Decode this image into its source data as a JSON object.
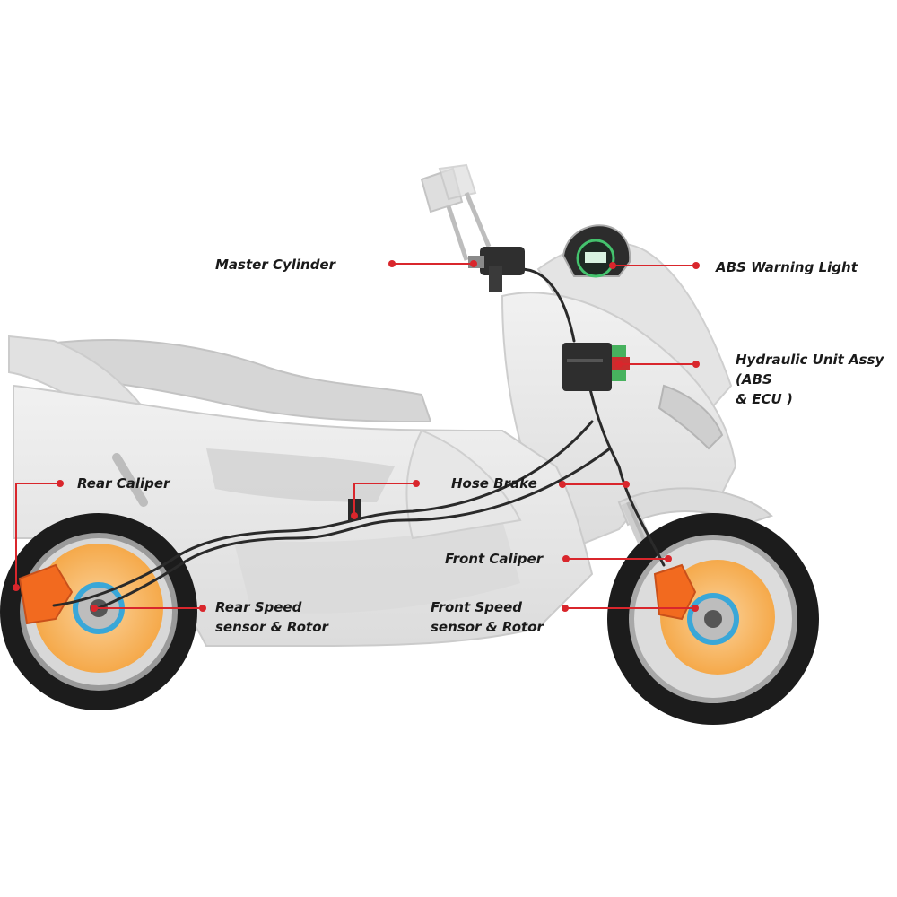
{
  "colors": {
    "body": "#e9e9e9",
    "body_shade": "#d2d2d2",
    "tire": "#1c1c1c",
    "rotor": "#f7b15a",
    "caliper": "#f26a1f",
    "hose": "#2a2a2a",
    "callout": "#d9262c",
    "sensor": "#3aa7d8"
  },
  "labels": {
    "master_cylinder": "Master Cylinder",
    "abs_warning_light": "ABS Warning Light",
    "hydraulic_unit": "Hydraulic Unit Assy (ABS\n& ECU )",
    "rear_caliper": "Rear Caliper",
    "hose_brake": "Hose Brake",
    "front_caliper": "Front Caliper",
    "rear_speed_sensor": "Rear  Speed\nsensor & Rotor",
    "front_speed_sensor": "Front Speed\nsensor & Rotor"
  },
  "icons": [
    "scooter-illustration",
    "speedometer-icon",
    "brake-disc-icon",
    "caliper-icon"
  ]
}
